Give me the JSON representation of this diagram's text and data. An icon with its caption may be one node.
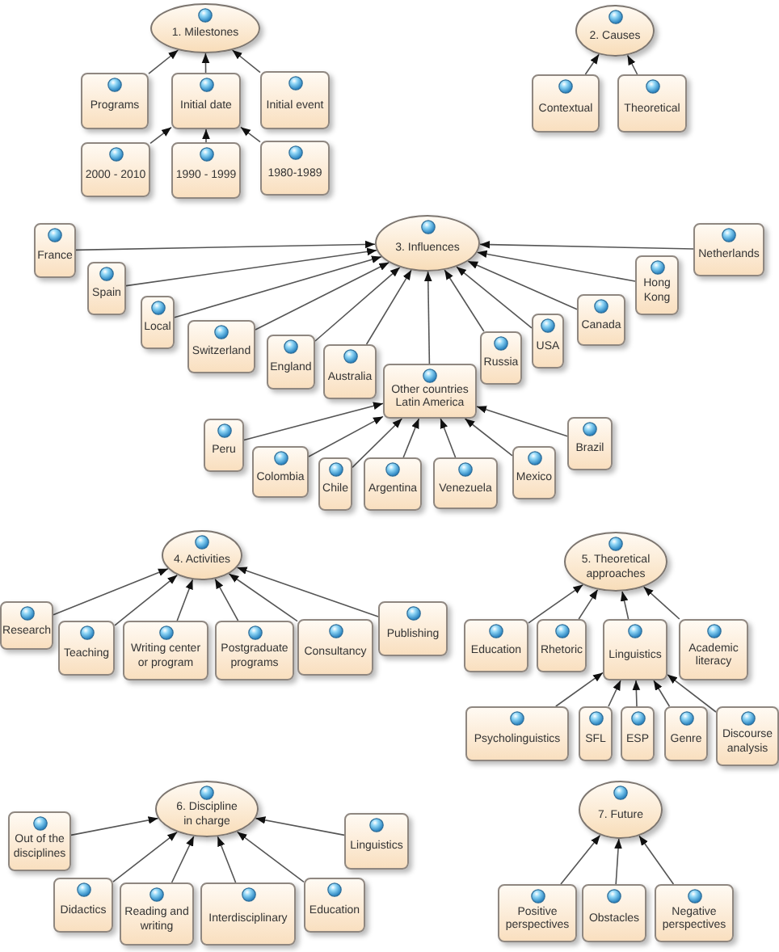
{
  "diagram": {
    "nodes": [
      {
        "text": [
          "1. Milestones"
        ]
      },
      {
        "text": [
          "Programs"
        ]
      },
      {
        "text": [
          "Initial date"
        ]
      },
      {
        "text": [
          "Initial event"
        ]
      },
      {
        "text": [
          "2000 - 2010"
        ]
      },
      {
        "text": [
          "1990 - 1999"
        ]
      },
      {
        "text": [
          "1980-1989"
        ]
      },
      {
        "text": [
          "2. Causes"
        ]
      },
      {
        "text": [
          "Contextual"
        ]
      },
      {
        "text": [
          "Theoretical"
        ]
      },
      {
        "text": [
          "3. Influences"
        ]
      },
      {
        "text": [
          "France"
        ]
      },
      {
        "text": [
          "Spain"
        ]
      },
      {
        "text": [
          "Local"
        ]
      },
      {
        "text": [
          "Switzerland"
        ]
      },
      {
        "text": [
          "England"
        ]
      },
      {
        "text": [
          "Australia"
        ]
      },
      {
        "text": [
          "Other countries Latin America"
        ]
      },
      {
        "text": [
          "Russia"
        ]
      },
      {
        "text": [
          "USA"
        ]
      },
      {
        "text": [
          "Canada"
        ]
      },
      {
        "text": [
          "Hong Kong"
        ]
      },
      {
        "text": [
          "Netherlands"
        ]
      },
      {
        "text": [
          "Peru"
        ]
      },
      {
        "text": [
          "Colombia"
        ]
      },
      {
        "text": [
          "Chile"
        ]
      },
      {
        "text": [
          "Argentina"
        ]
      },
      {
        "text": [
          "Venezuela"
        ]
      },
      {
        "text": [
          "Mexico"
        ]
      },
      {
        "text": [
          "Brazil"
        ]
      },
      {
        "text": [
          "4. Activities"
        ]
      },
      {
        "text": [
          "Research"
        ]
      },
      {
        "text": [
          "Teaching"
        ]
      },
      {
        "text": [
          "Writing center or program"
        ]
      },
      {
        "text": [
          "Postgraduate programs"
        ]
      },
      {
        "text": [
          "Consultancy"
        ]
      },
      {
        "text": [
          "Publishing"
        ]
      },
      {
        "text": [
          "5. Theoretical approaches"
        ]
      },
      {
        "text": [
          "Education"
        ]
      },
      {
        "text": [
          "Rhetoric"
        ]
      },
      {
        "text": [
          "Linguistics"
        ]
      },
      {
        "text": [
          "Academic literacy"
        ]
      },
      {
        "text": [
          "Psycholinguistics"
        ]
      },
      {
        "text": [
          "SFL"
        ]
      },
      {
        "text": [
          "ESP"
        ]
      },
      {
        "text": [
          "Genre"
        ]
      },
      {
        "text": [
          "Discourse analysis"
        ]
      },
      {
        "text": [
          "6. Discipline in charge"
        ]
      },
      {
        "text": [
          "Out of the disciplines"
        ]
      },
      {
        "text": [
          "Didactics"
        ]
      },
      {
        "text": [
          "Reading and writing"
        ]
      },
      {
        "text": [
          "Interdisciplinary"
        ]
      },
      {
        "text": [
          "Education"
        ]
      },
      {
        "text": [
          "Linguistics"
        ]
      },
      {
        "text": [
          "7. Future"
        ]
      },
      {
        "text": [
          "Positive perspectives"
        ]
      },
      {
        "text": [
          "Obstacles"
        ]
      },
      {
        "text": [
          "Negative perspectives"
        ]
      }
    ],
    "edges": [
      {
        "from": 1,
        "to": 0,
        "arrow": "to"
      },
      {
        "from": 2,
        "to": 0,
        "arrow": "to"
      },
      {
        "from": 3,
        "to": 0,
        "arrow": "to"
      },
      {
        "from": 4,
        "to": 2,
        "arrow": "to"
      },
      {
        "from": 5,
        "to": 2,
        "arrow": "to"
      },
      {
        "from": 6,
        "to": 2,
        "arrow": "to"
      },
      {
        "from": 8,
        "to": 7,
        "arrow": "to"
      },
      {
        "from": 9,
        "to": 7,
        "arrow": "to"
      },
      {
        "from": 11,
        "to": 10,
        "arrow": "to"
      },
      {
        "from": 12,
        "to": 10,
        "arrow": "to"
      },
      {
        "from": 13,
        "to": 10,
        "arrow": "to"
      },
      {
        "from": 14,
        "to": 10,
        "arrow": "to"
      },
      {
        "from": 15,
        "to": 10,
        "arrow": "to"
      },
      {
        "from": 16,
        "to": 10,
        "arrow": "to"
      },
      {
        "from": 17,
        "to": 10,
        "arrow": "to"
      },
      {
        "from": 18,
        "to": 10,
        "arrow": "to"
      },
      {
        "from": 19,
        "to": 10,
        "arrow": "to"
      },
      {
        "from": 20,
        "to": 10,
        "arrow": "to"
      },
      {
        "from": 21,
        "to": 10,
        "arrow": "to"
      },
      {
        "from": 22,
        "to": 10,
        "arrow": "to"
      },
      {
        "from": 23,
        "to": 17,
        "arrow": "to"
      },
      {
        "from": 24,
        "to": 17,
        "arrow": "to"
      },
      {
        "from": 25,
        "to": 17,
        "arrow": "to"
      },
      {
        "from": 26,
        "to": 17,
        "arrow": "to"
      },
      {
        "from": 27,
        "to": 17,
        "arrow": "to"
      },
      {
        "from": 28,
        "to": 17,
        "arrow": "to"
      },
      {
        "from": 29,
        "to": 17,
        "arrow": "to"
      },
      {
        "from": 31,
        "to": 30,
        "arrow": "to"
      },
      {
        "from": 32,
        "to": 30,
        "arrow": "to"
      },
      {
        "from": 33,
        "to": 30,
        "arrow": "to"
      },
      {
        "from": 34,
        "to": 30,
        "arrow": "to"
      },
      {
        "from": 35,
        "to": 30,
        "arrow": "to"
      },
      {
        "from": 36,
        "to": 30,
        "arrow": "to"
      },
      {
        "from": 38,
        "to": 37,
        "arrow": "to"
      },
      {
        "from": 39,
        "to": 37,
        "arrow": "to"
      },
      {
        "from": 40,
        "to": 37,
        "arrow": "to"
      },
      {
        "from": 41,
        "to": 37,
        "arrow": "to"
      },
      {
        "from": 42,
        "to": 40,
        "arrow": "to"
      },
      {
        "from": 43,
        "to": 40,
        "arrow": "to"
      },
      {
        "from": 44,
        "to": 40,
        "arrow": "to"
      },
      {
        "from": 45,
        "to": 40,
        "arrow": "to"
      },
      {
        "from": 46,
        "to": 40,
        "arrow": "to"
      },
      {
        "from": 48,
        "to": 47,
        "arrow": "to"
      },
      {
        "from": 49,
        "to": 47,
        "arrow": "to"
      },
      {
        "from": 50,
        "to": 47,
        "arrow": "to"
      },
      {
        "from": 51,
        "to": 47,
        "arrow": "to"
      },
      {
        "from": 52,
        "to": 47,
        "arrow": "to"
      },
      {
        "from": 53,
        "to": 47,
        "arrow": "to"
      },
      {
        "from": 55,
        "to": 54,
        "arrow": "to"
      },
      {
        "from": 56,
        "to": 54,
        "arrow": "to"
      },
      {
        "from": 57,
        "to": 54,
        "arrow": "to"
      }
    ]
  }
}
